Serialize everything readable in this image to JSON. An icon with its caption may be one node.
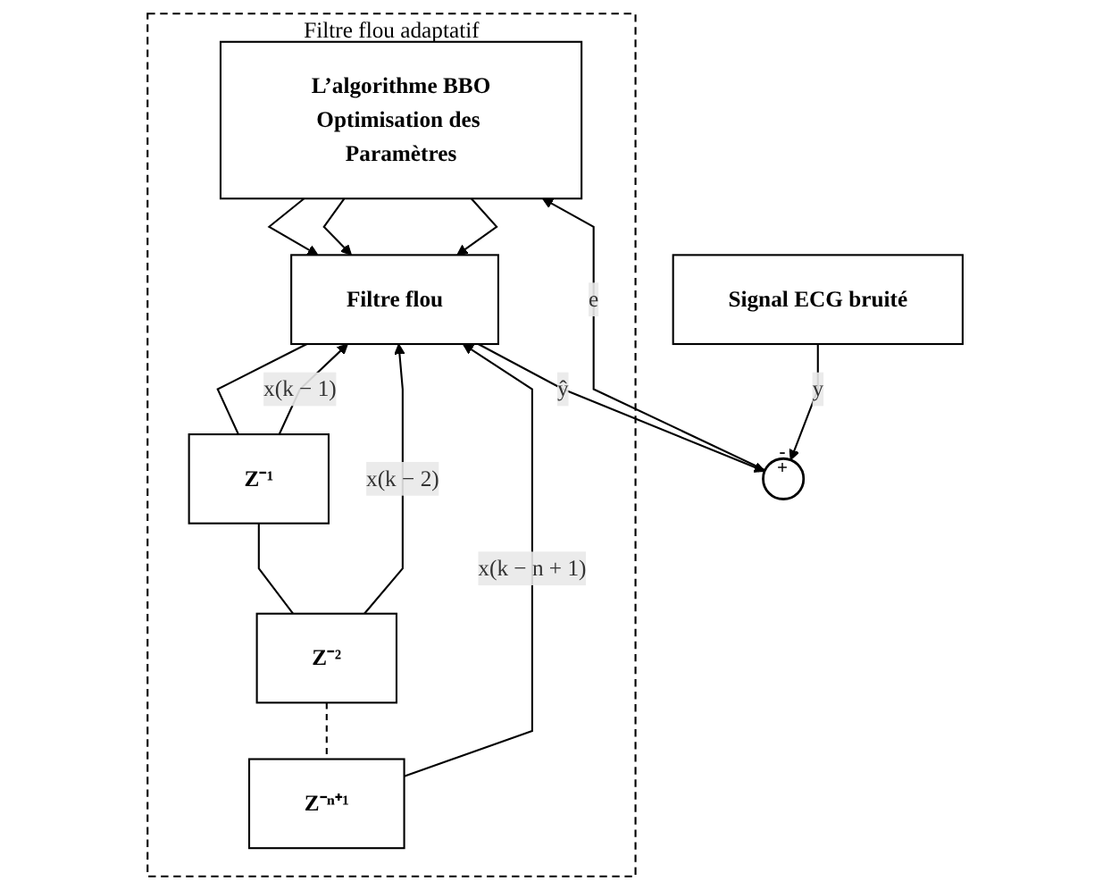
{
  "diagram": {
    "nodes": [
      {
        "text": [
          "Filtre flou adaptatif"
        ]
      },
      {
        "text": [
          "Signal ECG bruité"
        ]
      },
      {
        "text": [
          "L’algorithme BBO",
          "Optimisation des Paramètres"
        ],
        "in": 0
      },
      {
        "text": [
          "Filtre flou"
        ],
        "in": 0
      },
      {
        "text": [
          "Z⁻ⁿ⁺¹"
        ],
        "in": 0
      },
      {
        "text": [
          "Z⁻²"
        ],
        "in": 0
      },
      {
        "text": [
          "Z⁻¹"
        ],
        "in": 0
      },
      {
        "text": [
          "-",
          "+"
        ]
      }
    ],
    "edges": [
      {
        "from": 1,
        "to": 7,
        "arrow": "to",
        "label": "y"
      },
      {
        "from": 7,
        "to": 2,
        "arrow": "to",
        "label": "e"
      },
      {
        "from": 2,
        "to": 3,
        "arrow": "to"
      },
      {
        "from": 2,
        "to": 3,
        "arrow": "to"
      },
      {
        "from": 2,
        "to": 3,
        "arrow": "to"
      },
      {
        "from": 3,
        "to": 7,
        "arrow": "to",
        "label": "ŷ"
      },
      {
        "from": 3,
        "to": 6,
        "arrow": "none"
      },
      {
        "from": 6,
        "to": 5,
        "arrow": "none"
      },
      {
        "from": 5,
        "to": 4,
        "arrow": "none",
        "style": "dashed"
      },
      {
        "from": 6,
        "to": 3,
        "arrow": "to",
        "label": "x(k − 1)"
      },
      {
        "from": 5,
        "to": 3,
        "arrow": "to",
        "label": "x(k − 2)"
      },
      {
        "from": 4,
        "to": 3,
        "arrow": "to",
        "label": "x(k − n + 1)"
      }
    ]
  }
}
